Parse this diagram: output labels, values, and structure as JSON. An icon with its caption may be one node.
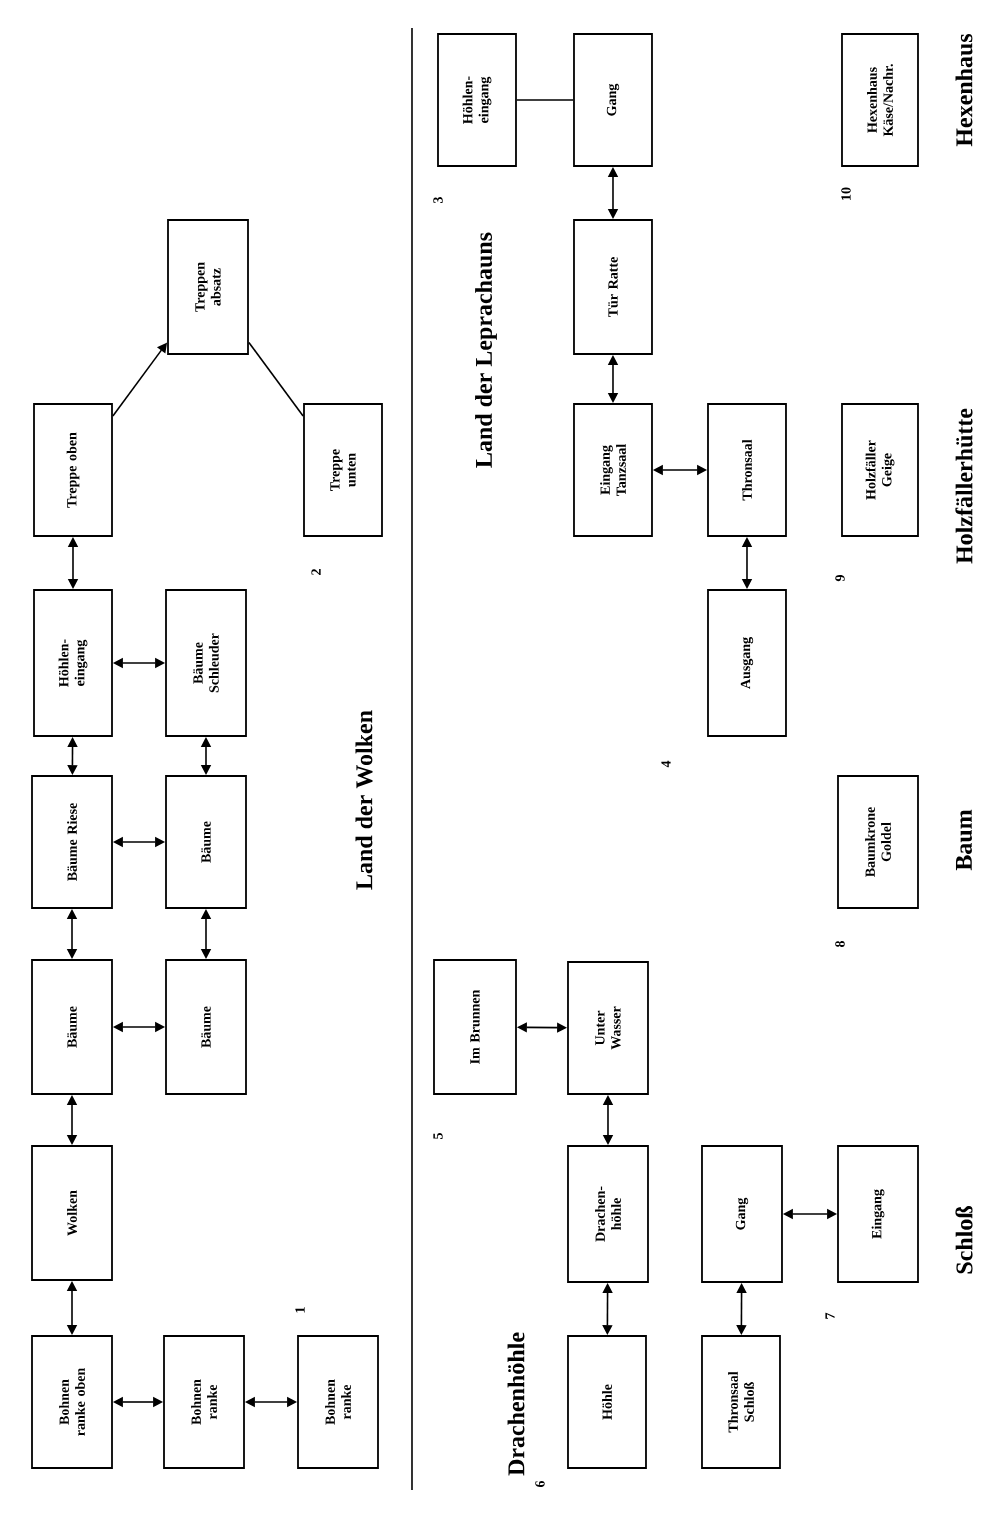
{
  "diagram": {
    "nodes": [
      {
        "text": [
          "Bohnen ranke oben"
        ]
      },
      {
        "text": [
          "Bohnen ranke"
        ]
      },
      {
        "text": [
          "Bohnen ranke"
        ]
      },
      {
        "text": [
          "Wolken"
        ]
      },
      {
        "text": [
          "Bäume"
        ]
      },
      {
        "text": [
          "Bäume"
        ]
      },
      {
        "text": [
          "Bäume Riese"
        ]
      },
      {
        "text": [
          "Bäume"
        ]
      },
      {
        "text": [
          "Höhlen-eingang"
        ]
      },
      {
        "text": [
          "Bäume Schleuder"
        ]
      },
      {
        "text": [
          "Treppe oben"
        ]
      },
      {
        "text": [
          "Treppe unten"
        ]
      },
      {
        "text": [
          "Treppen absatz"
        ]
      },
      {
        "text": [
          "Höhlen-eingang"
        ]
      },
      {
        "text": [
          "Gang"
        ]
      },
      {
        "text": [
          "Tür Ratte"
        ]
      },
      {
        "text": [
          "Eingang Tanzsaal"
        ]
      },
      {
        "text": [
          "Thronsaal"
        ]
      },
      {
        "text": [
          "Ausgang"
        ]
      },
      {
        "text": [
          "Im Brunnen"
        ]
      },
      {
        "text": [
          "Unter Wasser"
        ]
      },
      {
        "text": [
          "Drachen-höhle"
        ]
      },
      {
        "text": [
          "Höhle"
        ]
      },
      {
        "text": [
          "Gang"
        ]
      },
      {
        "text": [
          "Thronsaal Schloß"
        ]
      },
      {
        "text": [
          "Eingang"
        ]
      },
      {
        "text": [
          "Baumkrone Goldel"
        ]
      },
      {
        "text": [
          "Holzfäller Geige"
        ]
      },
      {
        "text": [
          "Hexenhaus Käse/Nachr."
        ]
      }
    ],
    "edges": [
      {
        "from": 0,
        "to": 3,
        "arrow": "both"
      },
      {
        "from": 0,
        "to": 1,
        "arrow": "both"
      },
      {
        "from": 1,
        "to": 2,
        "arrow": "both"
      },
      {
        "from": 3,
        "to": 4,
        "arrow": "both"
      },
      {
        "from": 4,
        "to": 5,
        "arrow": "both"
      },
      {
        "from": 4,
        "to": 6,
        "arrow": "both"
      },
      {
        "from": 5,
        "to": 7,
        "arrow": "both"
      },
      {
        "from": 6,
        "to": 7,
        "arrow": "both"
      },
      {
        "from": 6,
        "to": 8,
        "arrow": "both"
      },
      {
        "from": 7,
        "to": 9,
        "arrow": "both"
      },
      {
        "from": 8,
        "to": 9,
        "arrow": "both"
      },
      {
        "from": 8,
        "to": 10,
        "arrow": "both"
      },
      {
        "from": 10,
        "to": 12,
        "arrow": "to"
      },
      {
        "from": 12,
        "to": 11,
        "arrow": "none"
      },
      {
        "from": 13,
        "to": 14,
        "arrow": "none"
      },
      {
        "from": 14,
        "to": 15,
        "arrow": "both"
      },
      {
        "from": 15,
        "to": 16,
        "arrow": "both"
      },
      {
        "from": 16,
        "to": 17,
        "arrow": "both"
      },
      {
        "from": 17,
        "to": 18,
        "arrow": "both"
      },
      {
        "from": 19,
        "to": 20,
        "arrow": "both"
      },
      {
        "from": 20,
        "to": 21,
        "arrow": "both"
      },
      {
        "from": 21,
        "to": 22,
        "arrow": "both"
      },
      {
        "from": 23,
        "to": 25,
        "arrow": "both"
      },
      {
        "from": 23,
        "to": 24,
        "arrow": "both"
      }
    ],
    "labels": [
      "1",
      "2",
      "Land der Wolken",
      "3",
      "Land der Leprachauns",
      "4",
      "5",
      "6",
      "Drachenhöhle",
      "7",
      "Schloß",
      "8",
      "Baum",
      "9",
      "Holzfällerhütte",
      "10",
      "Hexenhaus"
    ]
  }
}
